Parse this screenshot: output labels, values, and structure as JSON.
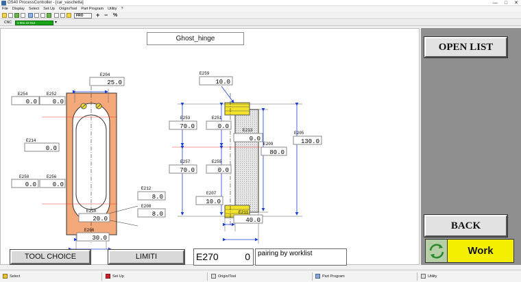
{
  "window": {
    "title": "OS40 ProcessController - [car_vaschetta]",
    "minimize": "—",
    "maximize": "□",
    "close": "✕"
  },
  "menu": [
    "File",
    "Display",
    "Select",
    "Set Up",
    "Origin/Tool",
    "Part Program",
    "Utility",
    "?"
  ],
  "toolbar": {
    "fro_label": "FRO",
    "plus": "+",
    "minus": "−",
    "percent": "%"
  },
  "cnc": {
    "label": "CNC",
    "status": "1 001 10 012",
    "dropdown": "▾"
  },
  "drawing": {
    "title": "Ghost_hinge",
    "front": {
      "E204": {
        "code": "E204",
        "value": "25.0"
      },
      "E254": {
        "code": "E254",
        "value": "0.0"
      },
      "E252": {
        "code": "E252",
        "value": "0.0"
      },
      "E214": {
        "code": "E214",
        "value": "0.0"
      },
      "E250": {
        "code": "E250",
        "value": "0.0"
      },
      "E256": {
        "code": "E256",
        "value": "0.0"
      },
      "E212": {
        "code": "E212",
        "value": "8.0"
      },
      "E208": {
        "code": "E208",
        "value": "8.0"
      },
      "E210": {
        "code": "E210",
        "value": "20.0"
      },
      "E206": {
        "code": "E206",
        "value": "30.0"
      }
    },
    "side": {
      "E259": {
        "code": "E259",
        "value": "10.0"
      },
      "E253": {
        "code": "E253",
        "value": "70.0"
      },
      "E251": {
        "code": "E251",
        "value": "0.0"
      },
      "E213": {
        "code": "E213",
        "value": "0.0"
      },
      "E209": {
        "code": "E209",
        "value": "80.0"
      },
      "E205": {
        "code": "E205",
        "value": "130.0"
      },
      "E257": {
        "code": "E257",
        "value": "70.0"
      },
      "E255": {
        "code": "E255",
        "value": "0.0"
      },
      "E207": {
        "code": "E207",
        "value": "10.0"
      },
      "E211": {
        "code": "E211",
        "value": "40.0"
      }
    }
  },
  "buttons": {
    "open_list": "OPEN LIST",
    "back": "BACK",
    "work": "Work",
    "tool_choice": "TOOL CHOICE",
    "limiti": "LIMITI"
  },
  "param": {
    "code": "E270",
    "value": "0",
    "note": "pairing by worklist"
  },
  "statusbar": [
    "Select",
    "Set Up",
    "Origin/Tool",
    "Part Program",
    "Utility"
  ],
  "colors": {
    "panel_gray": "#8f8f8f",
    "work_yellow": "#f4ef00",
    "hinge_orange": "#f4a97a",
    "cnc_green": "#17a517",
    "dim_blue": "#1a3fd6"
  }
}
